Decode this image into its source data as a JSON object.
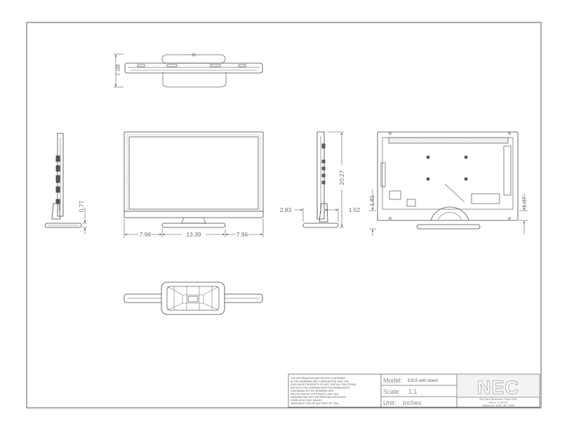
{
  "dimensions": {
    "top_depth": "7.08",
    "side_base_height": "0.77",
    "front_left_margin": "7.96",
    "front_base_width": "13.39",
    "front_right_margin": "7.96",
    "side_height": "20.27",
    "side_left_depth": "2.83",
    "side_right_depth": "1.52",
    "rear_left_height": "1.81",
    "rear_right_height": "1.07"
  },
  "title_block": {
    "disclaimer_lines": [
      "THE INFORMATION AND DESIGN CONTAINED",
      "IN THIS DRAWING ARE CONFIDENTIAL AND THE",
      "EXCLUSIVE PROPERTY OF NEC DISPLAY SOLUTIONS.",
      "WITHOUT THE EXPRESS WRITTEN PERMISSION",
      "CONTAINED IN THIS DRAWING ARE",
      "PROTECTED BY COPYRIGHT LAW. THIS",
      "DRAWING MAY NOT BE REPRODUCED IN ANY",
      "FORM OR BY ANY MEANS.",
      "REPRODUCTION OF ANY PART OF THIS"
    ],
    "model_label": "Model:",
    "model_value": "E323 with stand",
    "scale_label": "Scale:",
    "scale_value": "1:1",
    "unit_label": "Unit:",
    "unit_value": "Inches",
    "logo_text": "NEC",
    "address_lines": [
      "500 Park Boulevard, Suite 1100",
      "Itasca, IL 60143",
      "Telephone: (630) 467-3000"
    ]
  }
}
